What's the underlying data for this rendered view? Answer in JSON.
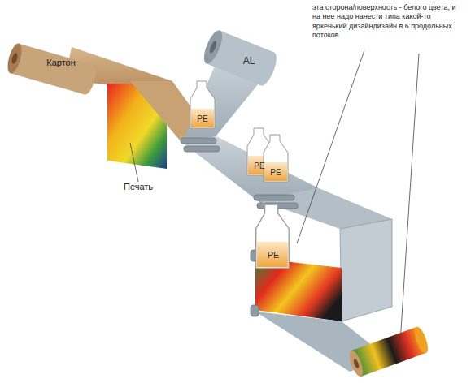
{
  "diagram": {
    "nodes": [
      {
        "text": [
          "Картон"
        ]
      },
      {
        "text": [
          "AL"
        ]
      },
      {
        "text": [
          "PE"
        ]
      },
      {
        "text": [
          "PE"
        ]
      },
      {
        "text": [
          "PE"
        ]
      },
      {
        "text": [
          "PE"
        ]
      }
    ],
    "labels": [
      "Печать",
      "эта сторона/поверхность - белого цвета, и на нее надо нанести типа какой-то яркенький дизайндизайн в 6 продольных потоков"
    ]
  }
}
